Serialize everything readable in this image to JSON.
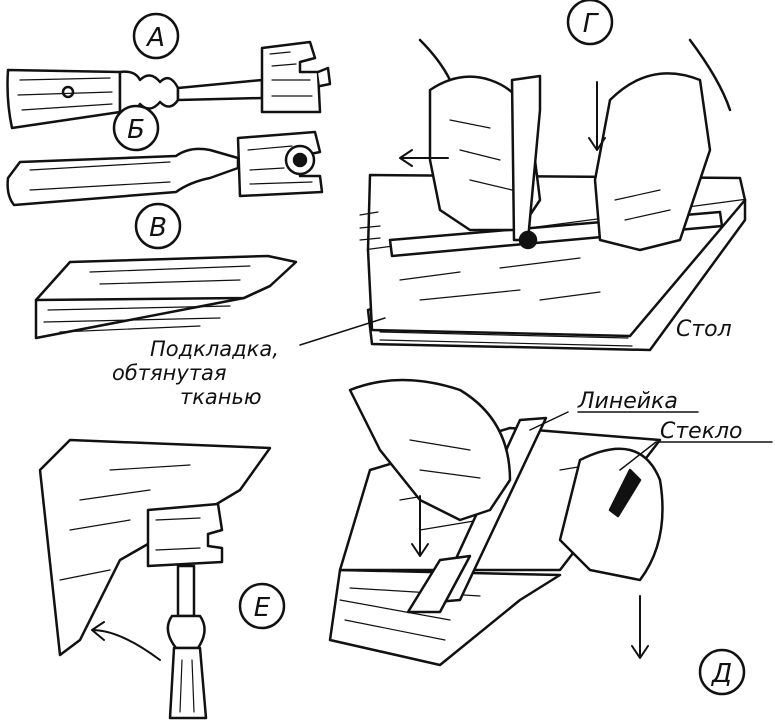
{
  "labels": {
    "a": "А",
    "b": "Б",
    "v": "В",
    "g": "Г",
    "d": "Д",
    "e": "Е",
    "stol": "Стол",
    "podkladka_1": "Подкладка,",
    "podkladka_2": "обтянутая",
    "podkladka_3": "тканью",
    "lineyka": "Линейка",
    "steklo": "Стекло"
  },
  "colors": {
    "ink": "#111111",
    "paper": "#ffffff"
  },
  "icons": [
    "glass-cutter-roller",
    "glass-cutter-diamond",
    "wooden-bar",
    "arrow"
  ]
}
